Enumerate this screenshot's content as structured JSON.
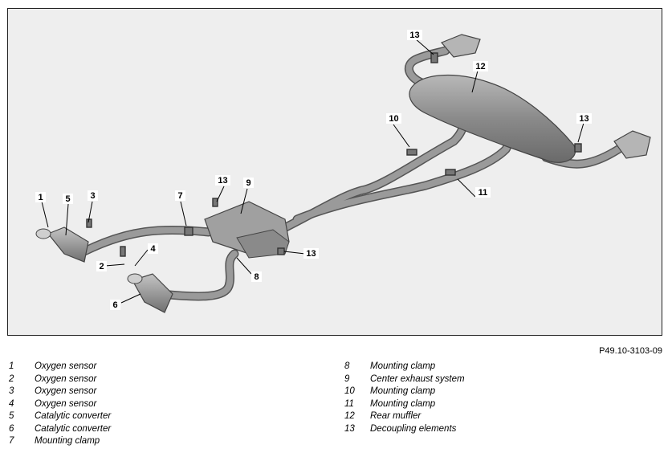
{
  "figure_id": "P49.10-3103-09",
  "callouts": [
    {
      "num": "1",
      "label": "Oxygen sensor"
    },
    {
      "num": "2",
      "label": "Oxygen sensor"
    },
    {
      "num": "3",
      "label": "Oxygen sensor"
    },
    {
      "num": "4",
      "label": "Oxygen sensor"
    },
    {
      "num": "5",
      "label": "Catalytic converter"
    },
    {
      "num": "6",
      "label": "Catalytic converter"
    },
    {
      "num": "7",
      "label": "Mounting clamp"
    },
    {
      "num": "8",
      "label": "Mounting clamp"
    },
    {
      "num": "9",
      "label": "Center exhaust system"
    },
    {
      "num": "10",
      "label": "Mounting clamp"
    },
    {
      "num": "11",
      "label": "Mounting clamp"
    },
    {
      "num": "12",
      "label": "Rear muffler"
    },
    {
      "num": "13",
      "label": "Decoupling elements"
    }
  ],
  "colors": {
    "panel_background": "#eeeeee",
    "pipe": "#8e8e8e",
    "pipe_edge": "#555555",
    "callout_fill": "#ffffff"
  }
}
